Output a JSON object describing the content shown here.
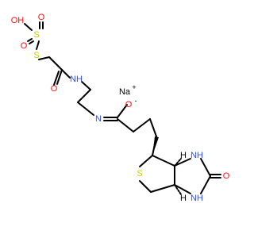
{
  "molecule": {
    "sulfonate": {
      "hydroxyl": "OH",
      "sulfur": "S",
      "oxo_1": "O",
      "oxo_2": "O"
    },
    "thio_sulfur": "S",
    "amide_oxygen": "O",
    "amide_nh": "NH",
    "sodium": "Na",
    "sodium_charge": "+",
    "imidate_oxygen": "O",
    "imidate_charge": "-",
    "imine_nitrogen": "N",
    "thiolane_sulfur": "S",
    "urea_nh_top": "NH",
    "urea_nh_bottom": "NH",
    "urea_oxygen": "O",
    "stereo_h_top": "H",
    "stereo_h_bottom": "H"
  },
  "colors": {
    "bond": "#000000",
    "oxygen": "#ff0d0d",
    "nitrogen": "#3050f8",
    "sulfur": "#c8c800",
    "sodium": "#000000"
  }
}
